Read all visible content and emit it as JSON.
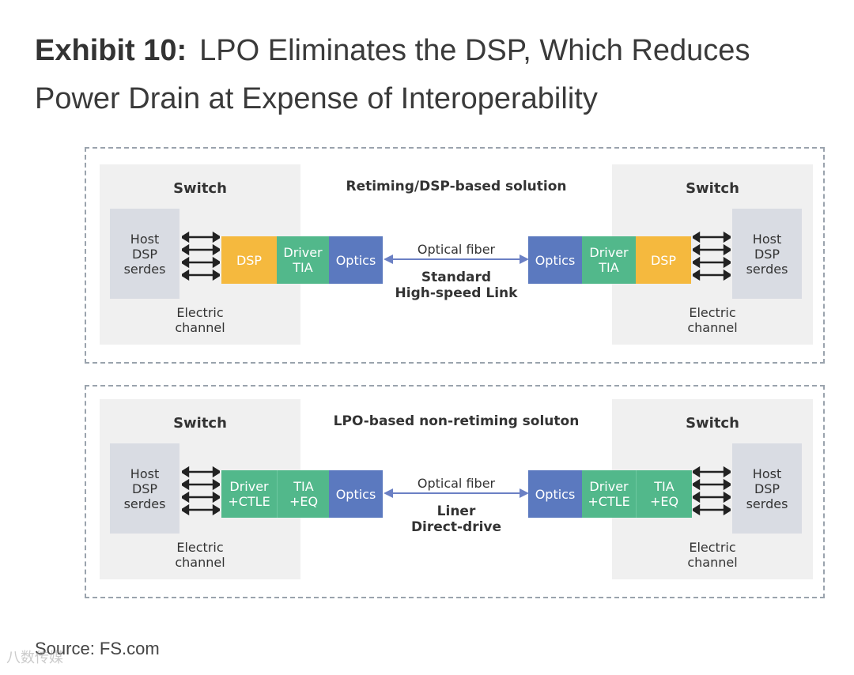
{
  "title": {
    "exhibit": "Exhibit 10:",
    "text": "LPO Eliminates the DSP, Which Reduces Power Drain at Expense of Interoperability"
  },
  "panels": [
    {
      "heading": "Retiming/DSP-based solution",
      "fiber": "Optical fiber",
      "link": "Standard\nHigh-speed Link",
      "left_switch": {
        "title": "Switch",
        "host": "Host\nDSP\nserdes",
        "electric": "Electric\nchannel",
        "blocks": [
          "DSP",
          "Driver\nTIA",
          "Optics"
        ]
      },
      "right_switch": {
        "title": "Switch",
        "host": "Host\nDSP\nserdes",
        "electric": "Electric\nchannel",
        "blocks": [
          "Optics",
          "Driver\nTIA",
          "DSP"
        ]
      }
    },
    {
      "heading": "LPO-based non-retiming soluton",
      "fiber": "Optical fiber",
      "link": "Liner\nDirect-drive",
      "left_switch": {
        "title": "Switch",
        "host": "Host\nDSP\nserdes",
        "electric": "Electric\nchannel",
        "blocks": [
          "Driver\n+CTLE",
          "TIA\n+EQ",
          "Optics"
        ]
      },
      "right_switch": {
        "title": "Switch",
        "host": "Host\nDSP\nserdes",
        "electric": "Electric\nchannel",
        "blocks": [
          "Optics",
          "Driver\n+CTLE",
          "TIA\n+EQ"
        ]
      }
    }
  ],
  "source": "Source: FS.com",
  "watermark": "八数传媒",
  "colors": {
    "dsp": "#f5b93e",
    "driver_tia": "#52b88b",
    "optics": "#5b79bf",
    "switch_bg": "#f0f0f0",
    "host_bg": "#d9dce3",
    "fiber_arrow": "#6b80c4"
  }
}
